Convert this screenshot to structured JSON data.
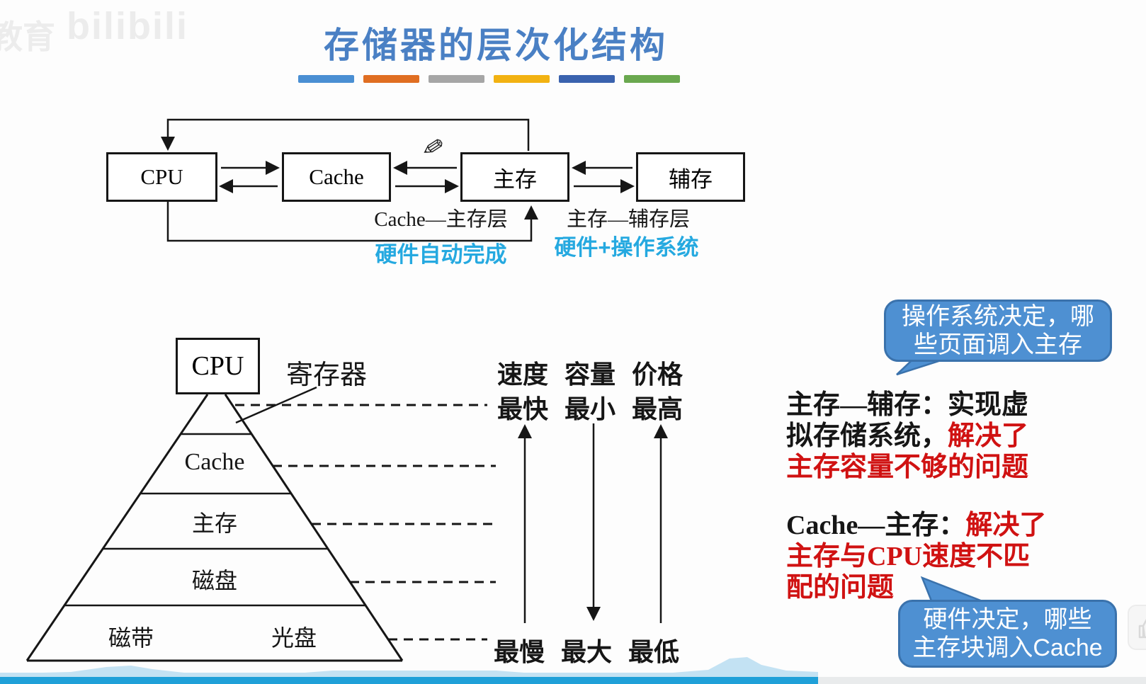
{
  "watermark": {
    "prefix": "教育",
    "logo": "bilibili"
  },
  "title": {
    "text": "存储器的层次化结构",
    "color": "#4a80c4"
  },
  "divider_bars": {
    "colors": [
      "#4a8fd3",
      "#e06e22",
      "#a6a6a6",
      "#f2b212",
      "#3a62ae",
      "#6aa84f"
    ]
  },
  "flow_diagram": {
    "boxes": [
      {
        "label": "CPU"
      },
      {
        "label": "Cache"
      },
      {
        "label": "主存"
      },
      {
        "label": "辅存"
      }
    ],
    "cache_main_label": "Cache—主存层",
    "main_aux_label": "主存—辅存层",
    "cache_main_note": "硬件自动完成",
    "main_aux_note": "硬件+操作系统",
    "note_color": "#25a9e0",
    "pencil_icon": "✎"
  },
  "pyramid": {
    "cpu": "CPU",
    "register": "寄存器",
    "levels": [
      "Cache",
      "主存",
      "磁盘"
    ],
    "base_left": "磁带",
    "base_right": "光盘"
  },
  "metrics": {
    "columns": [
      {
        "header": "速度",
        "top": "最快",
        "bottom": "最慢",
        "arrow": "up"
      },
      {
        "header": "容量",
        "top": "最小",
        "bottom": "最大",
        "arrow": "down"
      },
      {
        "header": "价格",
        "top": "最高",
        "bottom": "最低",
        "arrow": "up"
      }
    ]
  },
  "callouts": {
    "bubble_fill": "#4e90d2",
    "bubble_border": "#3a72ac",
    "red": "#d01212",
    "top_bubble": {
      "line1": "操作系统决定，哪",
      "line2": "些页面调入主存"
    },
    "bottom_bubble": {
      "line1": "硬件决定，哪些",
      "line2": "主存块调入Cache"
    },
    "note1": {
      "line1": "主存—辅存：实现虚",
      "line2_black": "拟存储系统，",
      "line2_red": "解决了",
      "line3": "主存容量不够的问题"
    },
    "note2": {
      "line1_black": "Cache—主存：",
      "line1_red": "解决了",
      "line2": "主存与CPU速度不匹",
      "line3": "配的问题"
    }
  },
  "player": {
    "progress_color": "#1fa0d8",
    "progress_percent": 71.4
  }
}
